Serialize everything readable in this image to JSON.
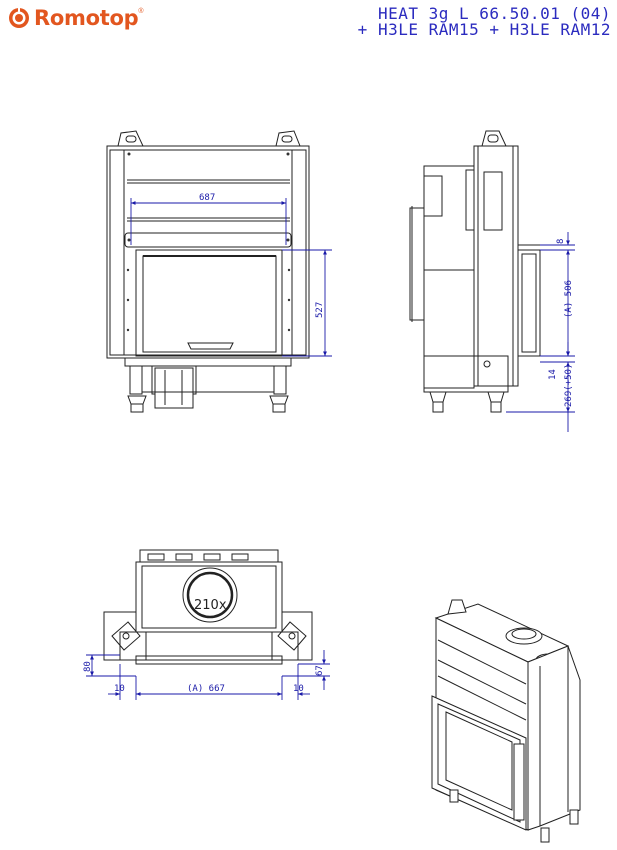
{
  "brand": {
    "name": "Romotop",
    "registered": "®",
    "color": "#e2561f"
  },
  "header": {
    "line1": "HEAT 3g L 66.50.01 (04)",
    "line2": "+ H3LE RAM15 + H3LE RAM12",
    "color": "#2b2bbf"
  },
  "front_view": {
    "dim_width": "687",
    "dim_height": "527"
  },
  "side_view": {
    "dim_top": "8",
    "dim_glass": "(A) 506",
    "dim_gap": "14",
    "dim_base": "269(+50)"
  },
  "top_view": {
    "flue": "210x",
    "dim_left_depth": "80",
    "dim_right_depth": "67",
    "dim_left": "10",
    "dim_width": "(A) 667",
    "dim_right": "10"
  },
  "colors": {
    "line": "#222222",
    "dimension": "#1a1aa8"
  }
}
